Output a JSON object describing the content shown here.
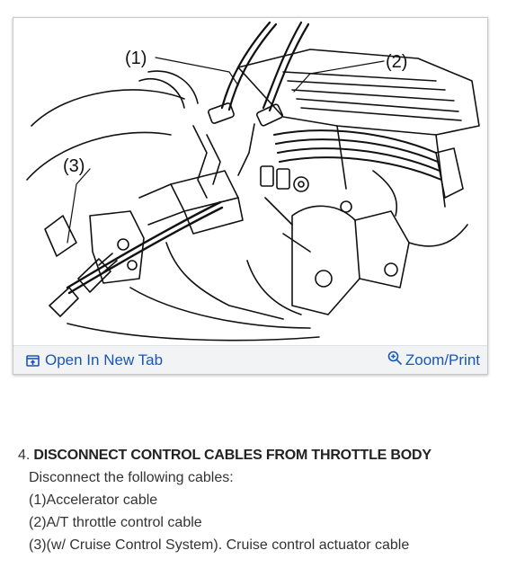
{
  "figure": {
    "callouts": [
      "(1)",
      "(2)",
      "(3)"
    ],
    "open_tab_label": "Open In New Tab",
    "open_tab_icon": "open-new-tab-icon",
    "zoom_label": "Zoom/Print",
    "zoom_icon": "zoom-in-icon",
    "link_color": "#1a56b8"
  },
  "step": {
    "number": "4.",
    "title": "DISCONNECT CONTROL CABLES FROM THROTTLE BODY",
    "intro": "Disconnect the following cables:",
    "items": [
      "(1)Accelerator cable",
      "(2)A/T throttle control cable",
      "(3)(w/ Cruise Control System). Cruise control actuator cable"
    ]
  }
}
